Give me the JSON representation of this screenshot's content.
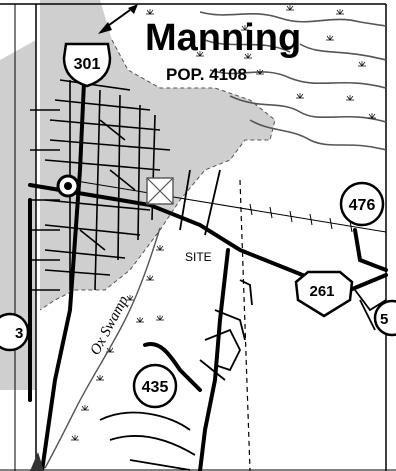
{
  "town": {
    "name": "Manning",
    "population": "POP. 4108"
  },
  "labels": {
    "site": "SITE",
    "swamp": "Ox Swamp"
  },
  "routes": [
    {
      "number": "301",
      "shape": "us-shield"
    },
    {
      "number": "476",
      "shape": "circle"
    },
    {
      "number": "261",
      "shape": "pentagon"
    },
    {
      "number": "435",
      "shape": "circle"
    },
    {
      "number": "5",
      "shape": "partial"
    },
    {
      "number": "3",
      "shape": "partial"
    }
  ],
  "icons": {
    "town_marker": "circle-dot-icon",
    "site_marker": "crossed-box-icon",
    "marsh": "marsh-tuft-icon"
  },
  "colors": {
    "urban_area": "#cfcfcf",
    "road": "#000000",
    "water": "#555555",
    "background": "#ffffff"
  }
}
